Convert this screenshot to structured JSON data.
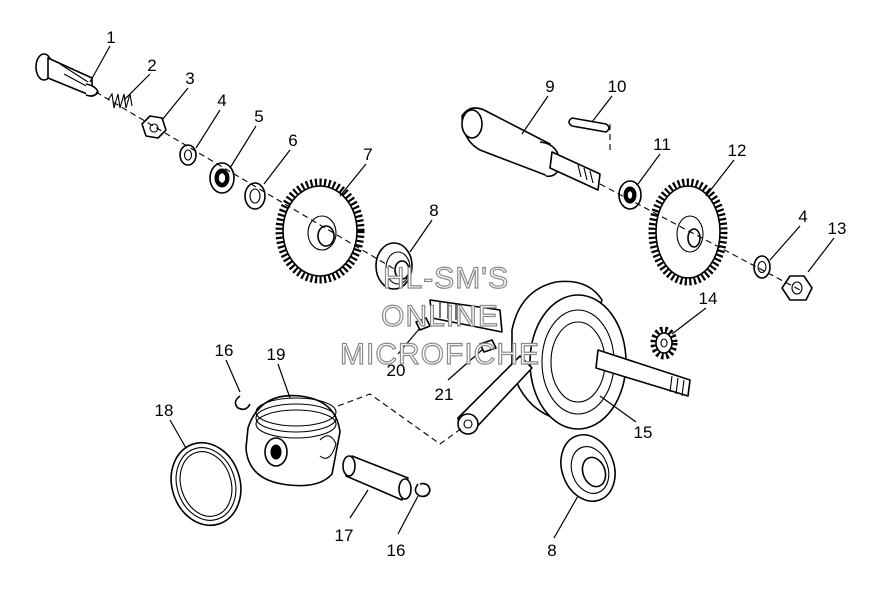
{
  "diagram": {
    "callouts": [
      {
        "id": "c1",
        "text": "1"
      },
      {
        "id": "c2",
        "text": "2"
      },
      {
        "id": "c3",
        "text": "3"
      },
      {
        "id": "c4a",
        "text": "4"
      },
      {
        "id": "c5",
        "text": "5"
      },
      {
        "id": "c6",
        "text": "6"
      },
      {
        "id": "c7",
        "text": "7"
      },
      {
        "id": "c8a",
        "text": "8"
      },
      {
        "id": "c9",
        "text": "9"
      },
      {
        "id": "c10",
        "text": "10"
      },
      {
        "id": "c11",
        "text": "11"
      },
      {
        "id": "c12",
        "text": "12"
      },
      {
        "id": "c4b",
        "text": "4"
      },
      {
        "id": "c13",
        "text": "13"
      },
      {
        "id": "c14",
        "text": "14"
      },
      {
        "id": "c15",
        "text": "15"
      },
      {
        "id": "c16a",
        "text": "16"
      },
      {
        "id": "c19",
        "text": "19"
      },
      {
        "id": "c18",
        "text": "18"
      },
      {
        "id": "c20",
        "text": "20"
      },
      {
        "id": "c21",
        "text": "21"
      },
      {
        "id": "c17",
        "text": "17"
      },
      {
        "id": "c16b",
        "text": "16"
      },
      {
        "id": "c8b",
        "text": "8"
      }
    ],
    "watermark": {
      "line1": "HL-SM'S",
      "line2": "ONLINE",
      "line3": "MICROFICHE"
    }
  }
}
